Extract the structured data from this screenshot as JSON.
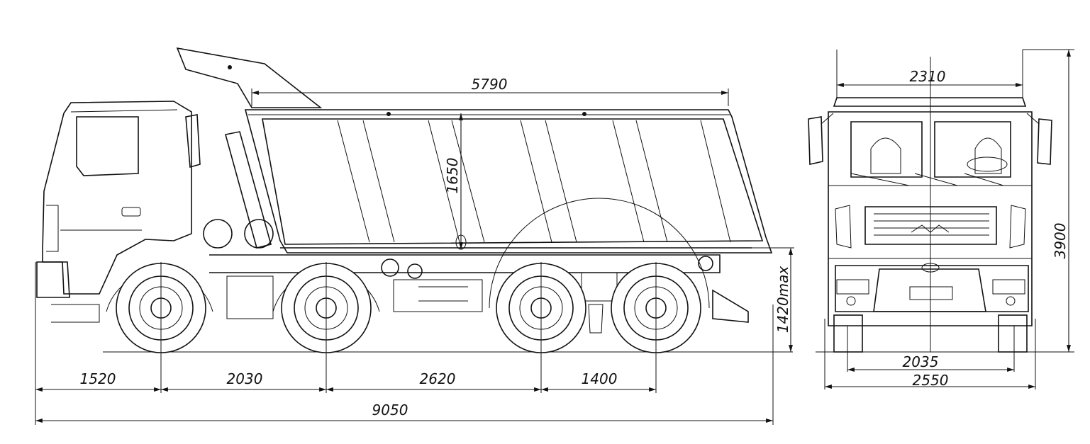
{
  "dimensions": {
    "body_length": "5790",
    "body_height": "1650",
    "front_overhang": "1520",
    "wheelbase_1": "2030",
    "wheelbase_2": "2620",
    "wheelbase_3": "1400",
    "overall_length": "9050",
    "platform_height": "1420max",
    "body_width": "2310",
    "overall_height": "3900",
    "track_width": "2035",
    "overall_width": "2550"
  }
}
